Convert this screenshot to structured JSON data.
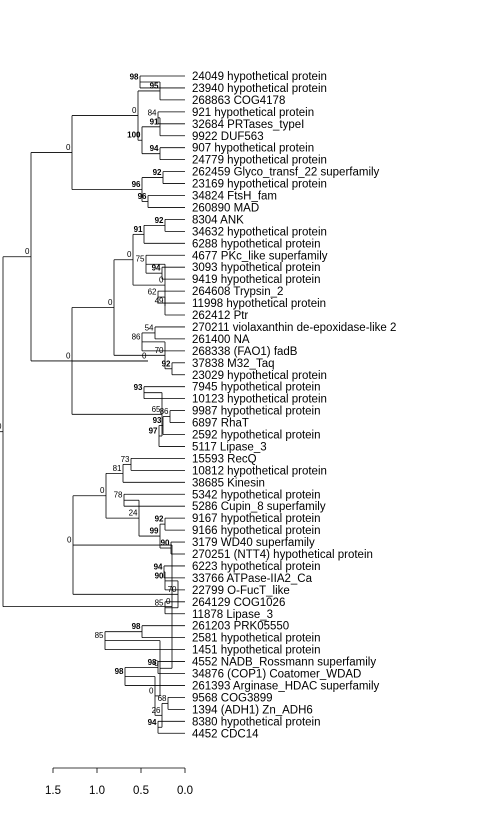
{
  "leaves": [
    "24049 hypothetical protein",
    "23940 hypothetical protein",
    "268863 COG4178",
    "921 hypothetical protein",
    "32684 PRTases_typeI",
    "9922 DUF563",
    "907 hypothetical protein",
    "24779 hypothetical protein",
    "262459 Glyco_transf_22 superfamily",
    "23169 hypothetical protein",
    "34824 FtsH_fam",
    "260890 MAD",
    "8304 ANK",
    "34632 hypothetical protein",
    "6288 hypothetical protein",
    "4677 PKc_like superfamily",
    "3093 hypothetical protein",
    "9419 hypothetical protein",
    "264608 Trypsin_2",
    "11998 hypothetical protein",
    "262412 Ptr",
    "270211 violaxanthin de-epoxidase-like 2",
    "261400 NA",
    "268338 (FAO1) fadB",
    "37838 M32_Taq",
    "23029 hypothetical protein",
    "7945 hypothetical protein",
    "10123 hypothetical protein",
    "9987 hypothetical protein",
    "6897 RhaT",
    "2592 hypothetical protein",
    "5117 Lipase_3",
    "15593 RecQ",
    "10812 hypothetical protein",
    "38685 Kinesin",
    "5342 hypothetical protein",
    "5286 Cupin_8 superfamily",
    "9167 hypothetical protein",
    "9166 hypothetical protein",
    "3179 WD40 superfamily",
    "270251 (NTT4) hypothetical protein",
    "6223 hypothetical protein",
    "33766 ATPase-IIA2_Ca",
    "22799 O-FucT_like",
    "264129 COG1026",
    "11878 Lipase_3",
    "261203 PRK05550",
    "2581 hypothetical protein",
    "1451 hypothetical protein",
    "4552 NADB_Rossmann superfamily",
    "34876 (COP1) Coatomer_WDAD",
    "261393 Arginase_HDAC superfamily",
    "9568 COG3899",
    "1394 (ADH1) Zn_ADH6",
    "8380 hypothetical protein",
    "4452 CDC14"
  ],
  "tree": [
    "0",
    [
      [
        "0",
        [
          [
            "0",
            [
              [
                "0",
                [
                  [
                    "95",
                    [
                      [
                        "98",
                        [
                          0,
                          1
                        ]
                      ],
                      2
                    ]
                  ],
                  [
                    "100",
                    [
                      [
                        "91",
                        [
                          [
                            "84",
                            [
                              3,
                              4
                            ]
                          ],
                          5
                        ]
                      ],
                      [
                        "94",
                        [
                          6,
                          7
                        ]
                      ]
                    ]
                  ]
                ]
              ],
              [
                "96",
                [
                  [
                    "92",
                    [
                      8,
                      9
                    ]
                  ],
                  [
                    "96",
                    [
                      10,
                      11
                    ]
                  ]
                ]
              ]
            ]
          ],
          [
            "0",
            [
              [
                "0",
                [
                  [
                    "0",
                    [
                      [
                        "0",
                        [
                          [
                            "91",
                            [
                              [
                                "92",
                                [
                                  12,
                                  13
                                ]
                              ],
                              14
                            ]
                          ],
                          [
                            "0",
                            [
                              [
                                "75",
                                [
                                  15,
                                  [
                                    "94",
                                    [
                                      16,
                                      17
                                    ]
                                  ]
                                ]
                              ],
                              [
                                "49",
                                [
                                  [
                                    "62",
                                    [
                                      18,
                                      19
                                    ]
                                  ],
                                  20
                                ]
                              ]
                            ]
                          ]
                        ]
                      ],
                      [
                        "70",
                        [
                          [
                            "86",
                            [
                              [
                                "54",
                                [
                                  21,
                                  22
                                ]
                              ],
                              23
                            ]
                          ],
                          [
                            "92",
                            [
                              24,
                              25
                            ]
                          ]
                        ]
                      ]
                    ]
                  ],
                  [
                    "65",
                    [
                      [
                        "93",
                        [
                          26,
                          27
                        ]
                      ],
                      [
                        "97",
                        [
                          [
                            "93",
                            [
                              [
                                "86",
                                [
                                  28,
                                  29
                                ]
                              ],
                              30
                            ]
                          ],
                          31
                        ]
                      ]
                    ]
                  ]
                ]
              ]
            ]
          ]
        ]
      ],
      [
        "0",
        [
          [
            "0",
            [
              [
                "0",
                [
                  [
                    "81",
                    [
                      [
                        "73",
                        [
                          32,
                          33
                        ]
                      ],
                      34
                    ]
                  ],
                  [
                    "24",
                    [
                      [
                        "78",
                        [
                          35,
                          36
                        ]
                      ],
                      [
                        "99",
                        [
                          [
                            "92",
                            [
                              37,
                              38
                            ]
                          ],
                          [
                            "90",
                            [
                              39,
                              40
                            ]
                          ]
                        ]
                      ]
                    ]
                  ]
                ]
              ],
              [
                "70",
                [
                  [
                    "90",
                    [
                      [
                        "94",
                        [
                          41,
                          42
                        ]
                      ],
                      43
                    ]
                  ],
                  [
                    "85",
                    [
                      44,
                      45
                    ]
                  ]
                ]
              ]
            ]
          ],
          [
            "0",
            [
              [
                "85",
                [
                  [
                    "98",
                    [
                      46,
                      47
                    ]
                  ],
                  48
                ]
              ],
              [
                "0",
                [
                  [
                    "98",
                    [
                      [
                        "98",
                        [
                          49,
                          50
                        ]
                      ],
                      51
                    ]
                  ],
                  [
                    "26",
                    [
                      [
                        "68",
                        [
                          52,
                          53
                        ]
                      ],
                      [
                        "94",
                        [
                          54,
                          55
                        ]
                      ]
                    ]
                  ]
                ]
              ]
            ]
          ]
        ]
      ]
    ]
  ],
  "bold_values": [
    "90",
    "91",
    "92",
    "93",
    "94",
    "95",
    "96",
    "97",
    "98",
    "99",
    "100"
  ],
  "scale": {
    "ticks": [
      "1.5",
      "1.0",
      "0.5",
      "0.0"
    ]
  }
}
